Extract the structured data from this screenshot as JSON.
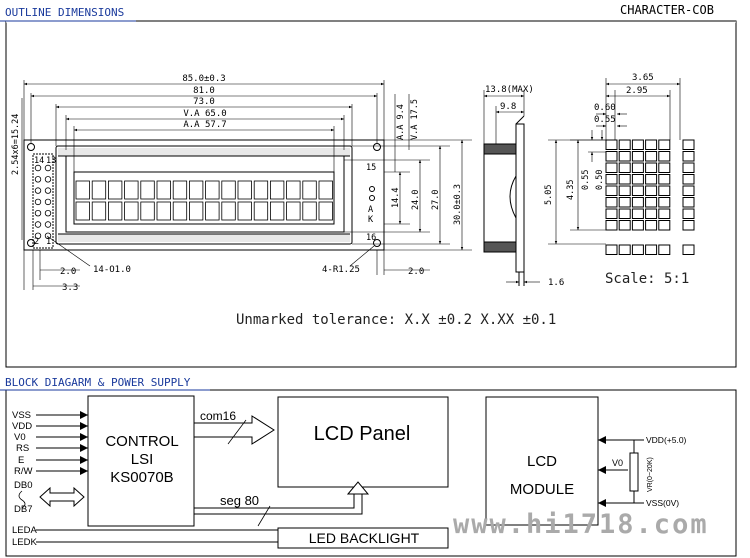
{
  "header": {
    "section1_title": "OUTLINE DIMENSIONS",
    "section2_title": "BLOCK DIAGARM & POWER SUPPLY",
    "product_type": "CHARACTER-COB"
  },
  "front_view": {
    "dim_total_width": "85.0±0.3",
    "dim_pcb_hole_span": "81.0",
    "dim_bezel_width": "73.0",
    "dim_va_width": "V.A 65.0",
    "dim_aa_width": "A.A 57.7",
    "dim_pin_pitch": "2.54x6=15.24",
    "dim_aa_height": "A.A 9.4",
    "dim_va_height": "V.A 17.5",
    "dim_h_14_4": "14.4",
    "dim_h_24_0": "24.0",
    "dim_h_27_0": "27.0",
    "dim_total_height": "30.0±0.3",
    "dim_hole_diameter": "14-O1.0",
    "dim_mount_holes": "4-R1.25",
    "dim_offset_2_0_left": "2.0",
    "dim_offset_3_3": "3.3",
    "dim_offset_2_0_right": "2.0",
    "pin_labels": [
      "14",
      "13",
      "2",
      "1",
      "15",
      "16"
    ],
    "led_labels": [
      "A",
      "K"
    ],
    "rows": 2,
    "columns": 16
  },
  "side_view": {
    "dim_max_thickness": "13.8(MAX)",
    "dim_9_8": "9.8",
    "dim_1_6": "1.6"
  },
  "char_detail": {
    "dim_3_65": "3.65",
    "dim_2_95": "2.95",
    "dim_0_60": "0.60",
    "dim_0_55": "0.55",
    "dim_5_05": "5.05",
    "dim_4_35": "4.35",
    "dim_0_55v": "0.55",
    "dim_0_50v": "0.50",
    "scale": "Scale: 5:1"
  },
  "tolerance": {
    "text": "Unmarked tolerance:  X.X  ±0.2   X.XX ±0.1"
  },
  "block_diagram": {
    "signals": [
      "VSS",
      "VDD",
      "V0",
      "RS",
      "E",
      "R/W",
      "DB0",
      "DB7"
    ],
    "control_label": [
      "CONTROL",
      "LSI",
      "KS0070B"
    ],
    "com_label": "com16",
    "lcd_panel_label": "LCD Panel",
    "seg_label": "seg 80",
    "led_signals": [
      "LEDA",
      "LEDK"
    ],
    "backlight_label": "LED BACKLIGHT",
    "module_label": [
      "LCD",
      "MODULE"
    ],
    "supply": {
      "v0": "V0",
      "vdd": "VDD(+5.0)",
      "vr": "VR(0~20K)",
      "vss": "VSS(0V)"
    }
  },
  "watermark": "www.hi1718.com"
}
